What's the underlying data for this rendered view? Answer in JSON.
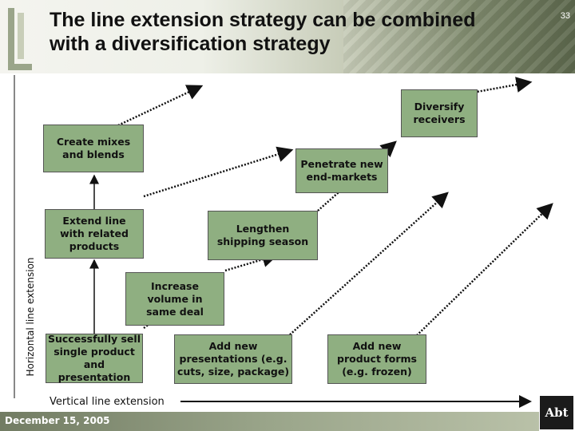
{
  "slide": {
    "title": "The line extension strategy can be combined\nwith a diversification strategy",
    "page_number": "33",
    "date": "December 15, 2005",
    "logo_text": "Abt"
  },
  "axes": {
    "vertical_label": "Horizontal line extension",
    "horizontal_label": "Vertical line extension"
  },
  "boxes": {
    "diversify": "Diversify\nreceivers",
    "mixes": "Create mixes\nand blends",
    "penetrate": "Penetrate new\nend-markets",
    "extend": "Extend line\nwith related\nproducts",
    "lengthen": "Lengthen\nshipping season",
    "increase": "Increase\nvolume in\nsame deal",
    "sell": "Successfully sell\nsingle product\nand presentation",
    "presentations": "Add new\npresentations (e.g.\ncuts, size, package)",
    "forms": "Add new\nproduct forms\n(e.g. frozen)"
  },
  "colors": {
    "box_fill": "#8faf81",
    "arrow": "#111111"
  }
}
